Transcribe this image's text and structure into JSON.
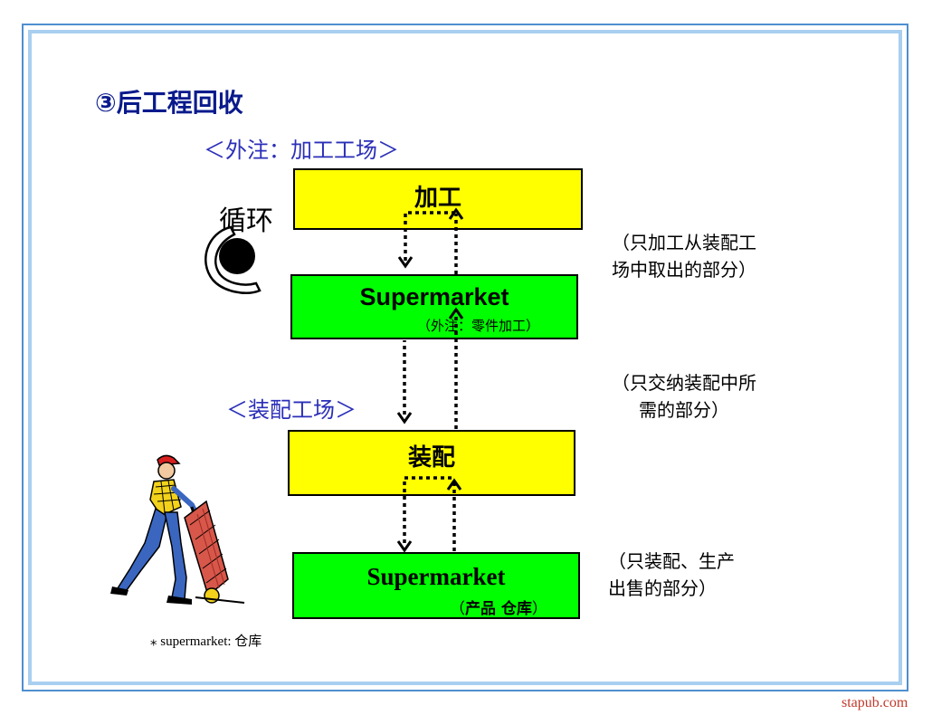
{
  "title": "③后工程回收",
  "external_label": "＜外注：加工工场＞",
  "assembly_label": "＜装配工场＞",
  "cycle_label": "循环",
  "boxes": {
    "processing": "加工",
    "supermarket_1": "Supermarket",
    "supermarket_1_sub": "（外注：零件加工）",
    "assembly": "装配",
    "supermarket_2": "Supermarket",
    "supermarket_2_sub_open": "（",
    "supermarket_2_sub": "产品  仓库",
    "supermarket_2_sub_close": "）"
  },
  "notes": {
    "note1_line1": "（只加工从装配工",
    "note1_line2": "场中取出的部分）",
    "note2_line1": "（只交纳装配中所",
    "note2_line2": "需的部分）",
    "note3_line1": "（只装配、生产",
    "note3_line2": "出售的部分）"
  },
  "footnote": "⁎ supermarket: 仓库",
  "watermark": "stapub.com",
  "colors": {
    "title": "#0a1a8c",
    "label_blue": "#2b2fb8",
    "yellow_box": "#ffff00",
    "green_box": "#00ff00",
    "frame": "#4f8fcf"
  },
  "icons": {
    "cycle": "cycle-icon",
    "worker": "worker-hand-truck-icon"
  }
}
